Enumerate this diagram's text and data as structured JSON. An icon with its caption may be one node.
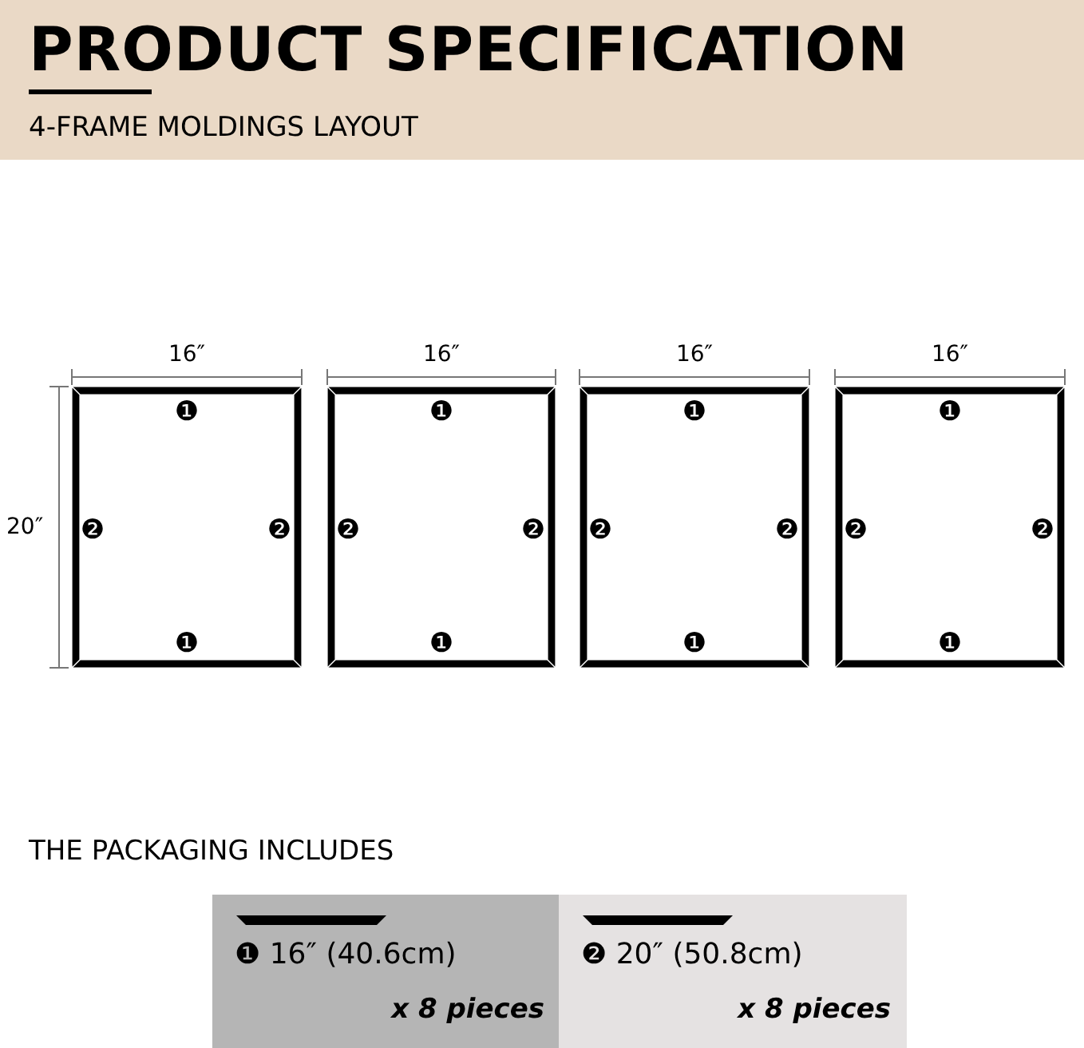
{
  "diagram": {
    "title": "PRODUCT SPECIFICATION",
    "nodes": [
      {
        "text": [
          "❶ 16″ (40.6cm)",
          "x 8 pieces"
        ]
      },
      {
        "text": [
          "❷ 20″ (50.8cm)",
          "x 8 pieces"
        ]
      }
    ],
    "labels": [
      "4-FRAME MOLDINGS LAYOUT",
      "16″",
      "16″",
      "16″",
      "16″",
      "❶",
      "❶",
      "❶",
      "❶",
      "20″",
      "❷",
      "❷",
      "❷",
      "❷",
      "❷",
      "❷",
      "❷",
      "❷",
      "❶",
      "❶",
      "❶",
      "❶",
      "THE PACKAGING INCLUDES"
    ]
  }
}
